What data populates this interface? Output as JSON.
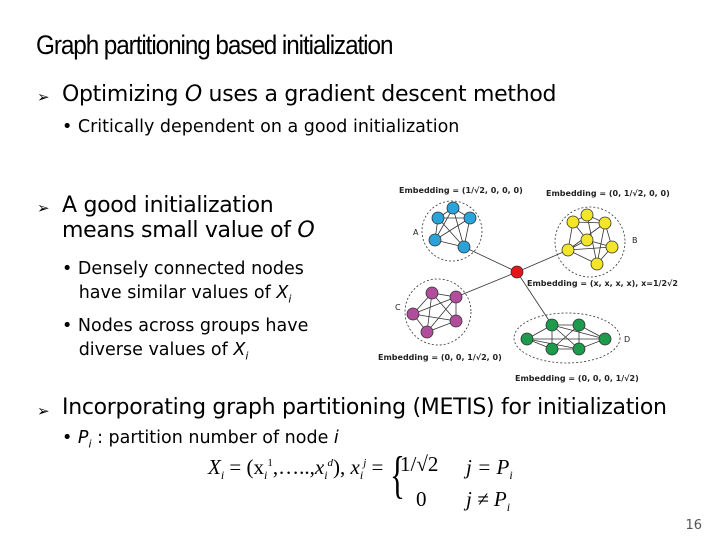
{
  "title": "Graph partitioning based initialization",
  "bullets": [
    {
      "pre": "Optimizing ",
      "var": "O",
      "post": " uses a gradient descent method",
      "sub": [
        {
          "text": "Critically dependent on a good initialization"
        }
      ]
    },
    {
      "line1": "A good initialization",
      "line2_pre": "means small value of ",
      "var": "O",
      "sub": [
        {
          "line1": "Densely connected nodes",
          "line2_pre": "have similar values of ",
          "var": "X",
          "subscript": "i"
        },
        {
          "line1": "Nodes across groups have",
          "line2_pre": "diverse values of ",
          "var": "X",
          "subscript": "i"
        }
      ]
    },
    {
      "text": "Incorporating graph partitioning (METIS) for initialization",
      "sub": [
        {
          "var": "P",
          "subscript": "i",
          "post": " : partition number of node ",
          "var2": "i"
        }
      ]
    }
  ],
  "diagram": {
    "clusters": [
      {
        "label": "A",
        "embedding": "Embedding = (1/√2, 0, 0, 0)",
        "color": "#29a3d9"
      },
      {
        "label": "B",
        "embedding": "Embedding =  (0, 1/√2, 0, 0)",
        "color": "#f2e52a"
      },
      {
        "label": "C",
        "embedding": "Embedding =  (0, 0, 1/√2, 0)",
        "color": "#b04e9c"
      },
      {
        "label": "D",
        "embedding": "Embedding = (0, 0, 0, 1/√2)",
        "color": "#1e9a4c"
      }
    ],
    "center": {
      "embedding": "Embedding =  (x, x, x, x), x=1/2√2",
      "color": "#e3161b"
    }
  },
  "formula": {
    "lhs": "X",
    "lhs_sub": "i",
    "vector": "= (x",
    "case1_value": "1/√2",
    "case1_cond": "j = P",
    "case2_value": "0",
    "case2_cond": "j ≠ P"
  },
  "page_number": "16"
}
